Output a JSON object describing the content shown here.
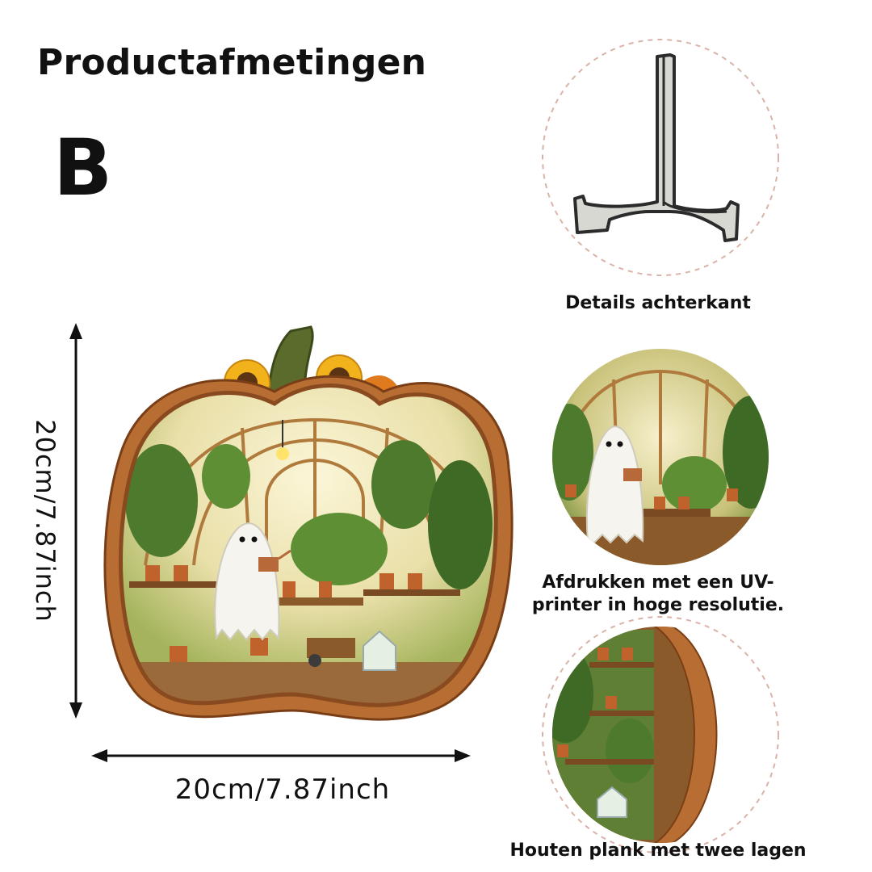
{
  "header": {
    "title": "Productafmetingen",
    "variant": "B"
  },
  "dimensions": {
    "width_label": "20cm/7.87inch",
    "height_label": "20cm/7.87inch"
  },
  "details": {
    "back": "Details achterkant",
    "print": "Afdrukken met een UV-printer in hoge resolutie.",
    "layers": "Houten plank met twee lagen"
  },
  "colors": {
    "wood": "#b86e33",
    "wood_dark": "#8a4a1f",
    "greenhouse_glass": "#f2e9c4",
    "leaf": "#4d7a2d",
    "sunflower": "#f2b21c"
  }
}
